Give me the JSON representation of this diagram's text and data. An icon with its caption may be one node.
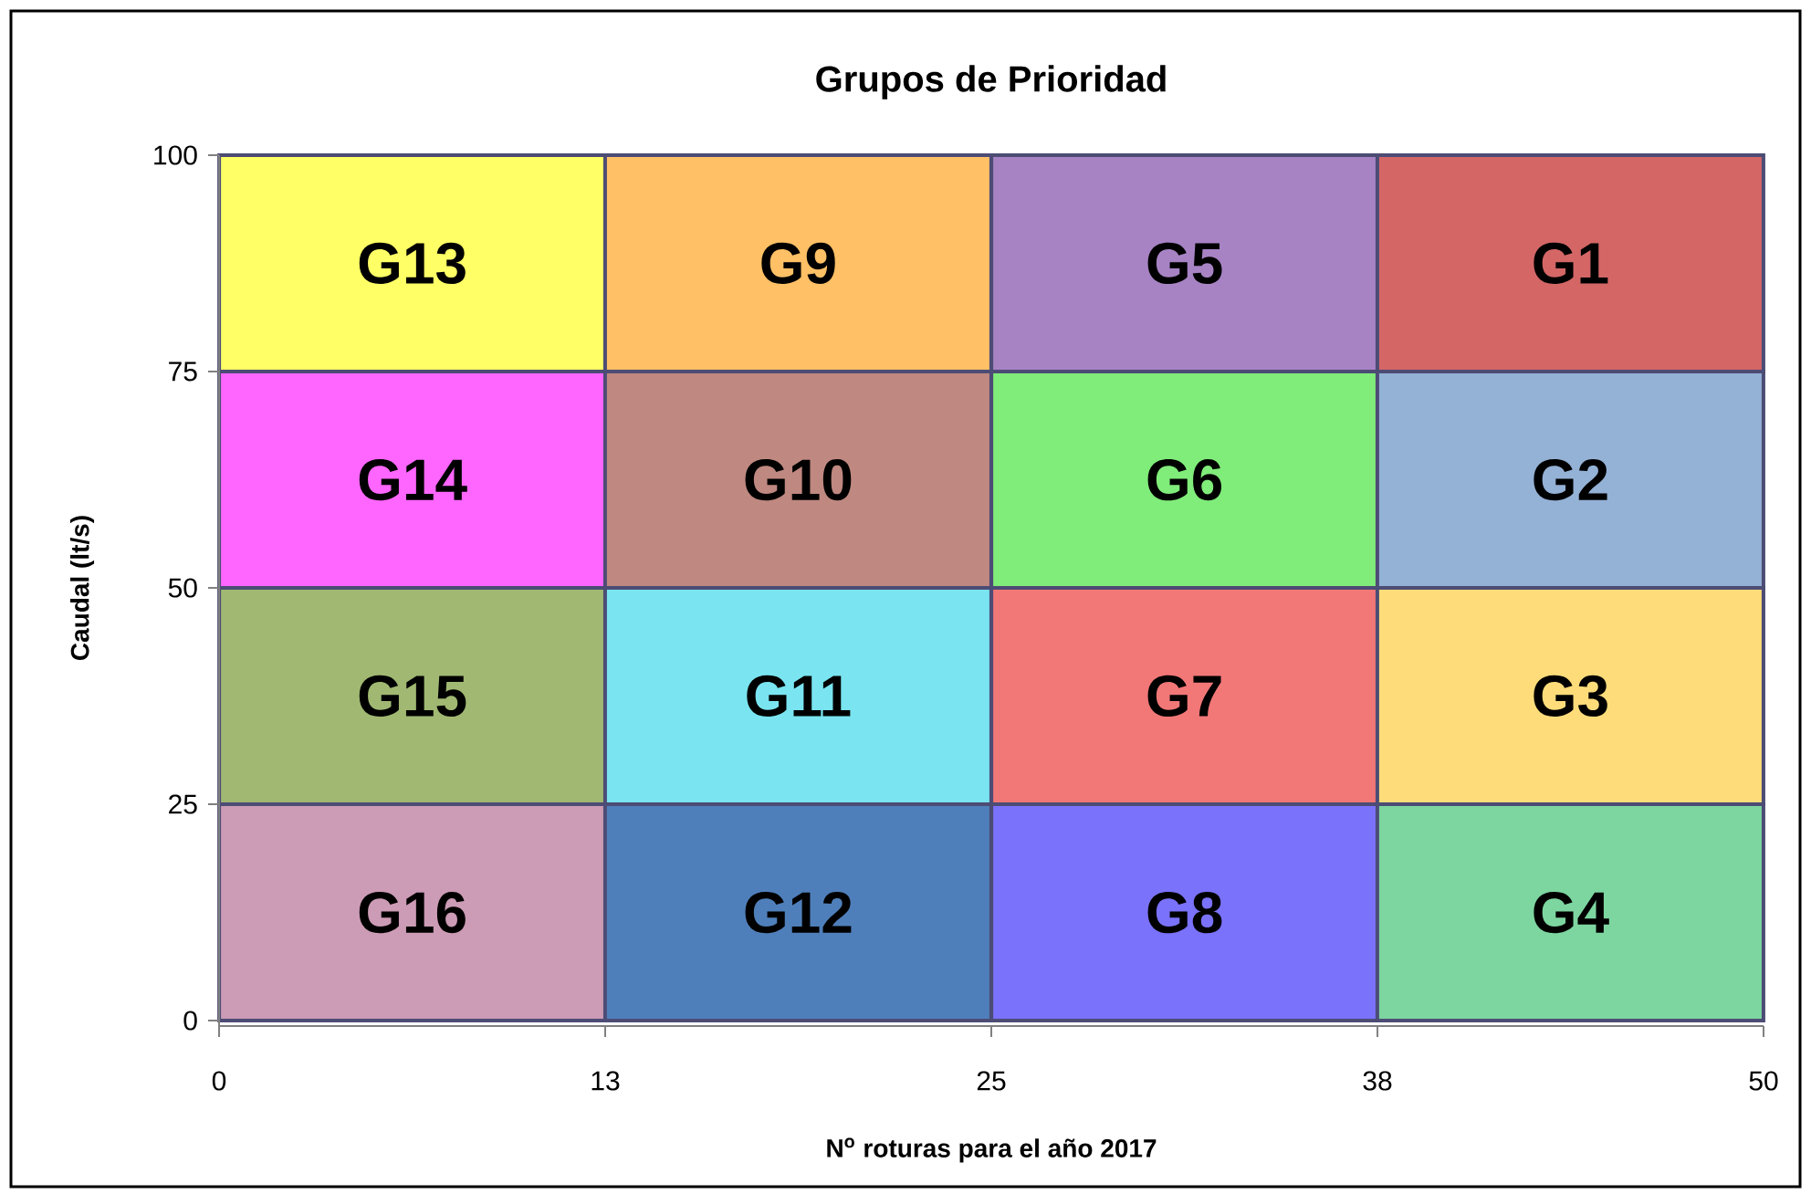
{
  "diagram": {
    "title": "Grupos de Prioridad",
    "nodes": [
      {
        "text": [
          "G13"
        ]
      },
      {
        "text": [
          "G9"
        ]
      },
      {
        "text": [
          "G5"
        ]
      },
      {
        "text": [
          "G1"
        ]
      },
      {
        "text": [
          "G14"
        ]
      },
      {
        "text": [
          "G10"
        ]
      },
      {
        "text": [
          "G6"
        ]
      },
      {
        "text": [
          "G2"
        ]
      },
      {
        "text": [
          "G15"
        ]
      },
      {
        "text": [
          "G11"
        ]
      },
      {
        "text": [
          "G7"
        ]
      },
      {
        "text": [
          "G3"
        ]
      },
      {
        "text": [
          "G16"
        ]
      },
      {
        "text": [
          "G12"
        ]
      },
      {
        "text": [
          "G8"
        ]
      },
      {
        "text": [
          "G4"
        ]
      }
    ],
    "labels": [
      "100",
      "75",
      "50",
      "25",
      "0",
      "Caudal (lt/s)",
      "0",
      "13",
      "25",
      "38",
      "50",
      "N$^{o}$ roturas para el año 2017"
    ]
  }
}
